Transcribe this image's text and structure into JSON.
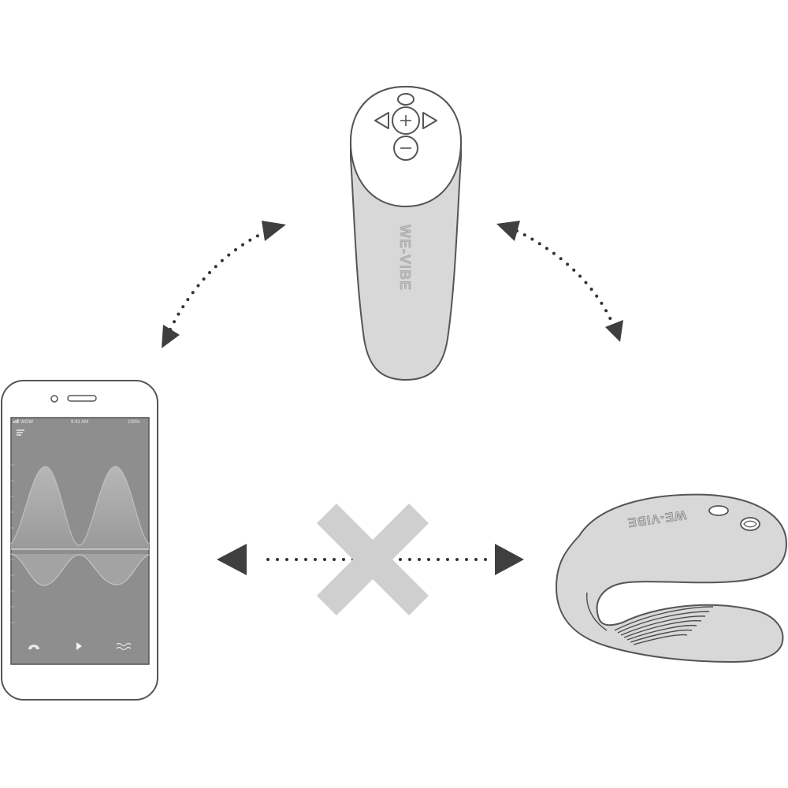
{
  "remote": {
    "brand": "WE-VIBE"
  },
  "phone": {
    "status_carrier": "WOW",
    "status_time": "9:41 AM",
    "status_battery": "100%"
  },
  "vibrator": {
    "brand": "WE-VIBE"
  },
  "colors": {
    "device_fill": "#d8d8d8",
    "outline": "#555555",
    "arrow": "#3f3f3f",
    "cross": "#cfcfcf",
    "screen": "#8e8e8e"
  },
  "connections": [
    {
      "from": "phone",
      "to": "remote",
      "status": "connected"
    },
    {
      "from": "remote",
      "to": "vibrator",
      "status": "connected"
    },
    {
      "from": "phone",
      "to": "vibrator",
      "status": "blocked"
    }
  ]
}
